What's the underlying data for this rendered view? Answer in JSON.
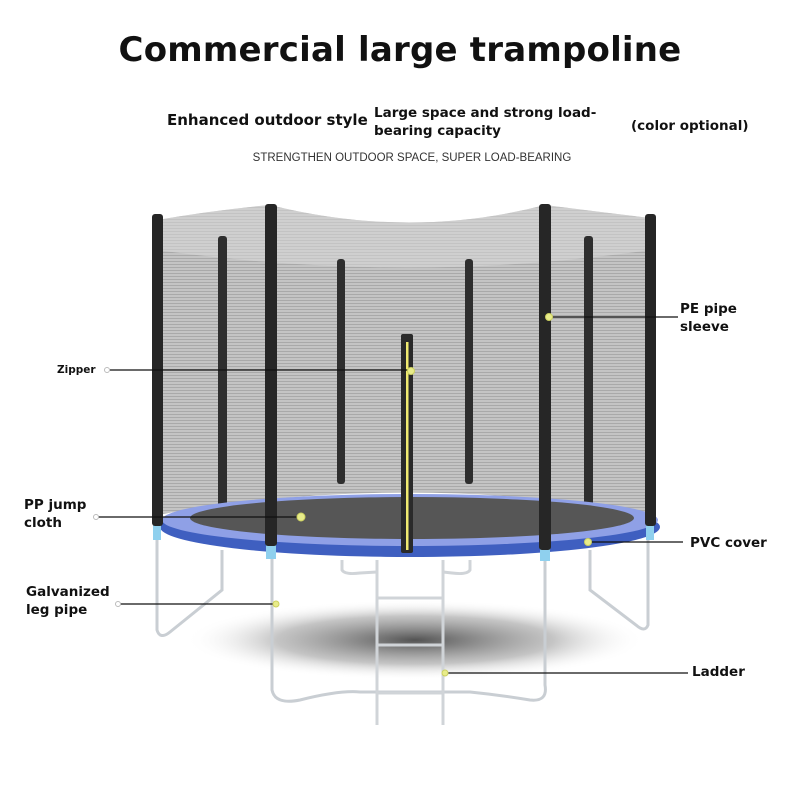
{
  "header": {
    "title": "Commercial large trampoline",
    "features": [
      "Enhanced outdoor style",
      "Large space and strong load-bearing capacity",
      "(color optional)"
    ],
    "tagline": "STRENGTHEN OUTDOOR SPACE, SUPER LOAD-BEARING"
  },
  "callouts": {
    "zipper": "Zipper",
    "pe_pipe_sleeve_1": "PE pipe",
    "pe_pipe_sleeve_2": "sleeve",
    "pp_jump_cloth_1": "PP jump",
    "pp_jump_cloth_2": "cloth",
    "galvanized_leg_pipe_1": "Galvanized",
    "galvanized_leg_pipe_2": "leg pipe",
    "pvc_cover": "PVC cover",
    "ladder": "Ladder"
  },
  "colors": {
    "pad_blue": "#3f5fc0",
    "pad_top": "#8fa0e6",
    "mat": "#555555",
    "net": "#b8b8b8",
    "pole": "#2a2a2a",
    "zipper": "#f0ea70",
    "leg": "#c9ced3",
    "sleeve_joint": "#8fd0ee"
  }
}
